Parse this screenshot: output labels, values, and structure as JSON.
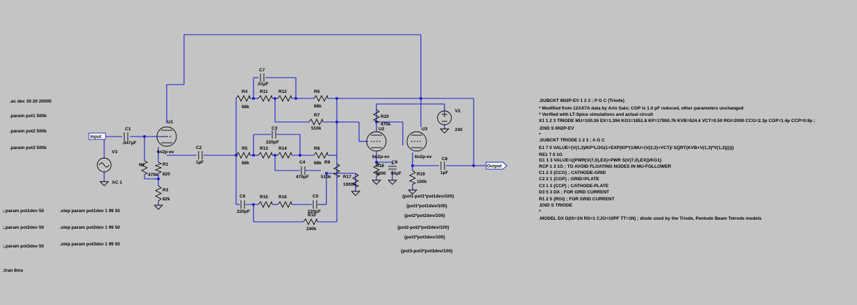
{
  "directives": {
    "ac": ".ac dec 30 20 20000",
    "param1": ".param pot1 500k",
    "param2": ".param pot2 500k",
    "param3": ".param pot3 500k",
    "dev1_comment": ";.param pot1dev 50",
    "dev2_comment": ";.param pot2dev 50",
    "dev3_comment": ";.param pot3dev 50",
    "step1": ".step param pot1dev 1 99 50",
    "step2": ".step param pot2dev 1 99 50",
    "step3": ".step param pot3dev 1 99 50",
    "tran": ";tran 8ms"
  },
  "ports": {
    "input": "Input",
    "output": "Output"
  },
  "source": {
    "name": "V3",
    "value": "AC 1"
  },
  "supply": {
    "name": "V2",
    "value": "240"
  },
  "components": {
    "C1": {
      "name": "C1",
      "value": ".047µF"
    },
    "C2": {
      "name": "C2",
      "value": "1µF"
    },
    "C3": {
      "name": "C3",
      "value": "220pF"
    },
    "C4": {
      "name": "C4",
      "value": "470pF"
    },
    "C5": {
      "name": "C5",
      "value": "220pF"
    },
    "C6": {
      "name": "C6",
      "value": "220pF"
    },
    "C7": {
      "name": "C7",
      "value": ".01µF"
    },
    "C8": {
      "name": "C8",
      "value": "1µF"
    },
    "C9": {
      "name": "C9",
      "value": "60µF"
    },
    "R1": {
      "name": "R1",
      "value": "820"
    },
    "R2": {
      "name": "R2",
      "value": "470k"
    },
    "R3": {
      "name": "R3",
      "value": "82k"
    },
    "R4": {
      "name": "R4",
      "value": "68k"
    },
    "R5": {
      "name": "R5",
      "value": "68k"
    },
    "R6": {
      "name": "R6",
      "value": "68k"
    },
    "R7": {
      "name": "R7",
      "value": "510k"
    },
    "R8": {
      "name": "R8",
      "value": "68k"
    },
    "R9": {
      "name": "R9",
      "value": "510k"
    },
    "R10": {
      "name": "R10",
      "value": "240k"
    },
    "R11": {
      "name": "R11",
      "value": ""
    },
    "R12": {
      "name": "R12",
      "value": ""
    },
    "R13": {
      "name": "R13",
      "value": ""
    },
    "R14": {
      "name": "R14",
      "value": ""
    },
    "R15": {
      "name": "R15",
      "value": ""
    },
    "R16": {
      "name": "R16",
      "value": ""
    },
    "R17": {
      "name": "R17",
      "value": "1000k"
    },
    "R18": {
      "name": "R18",
      "value": "5600"
    },
    "R19": {
      "name": "R19",
      "value": "100k"
    },
    "R20": {
      "name": "R20",
      "value": "470k"
    },
    "U1": {
      "name": "U1",
      "value": "6n2p-ev"
    },
    "U2": {
      "name": "U2",
      "value": "6n2p-ev"
    },
    "U3": {
      "name": "U3",
      "value": "6n2p-ev"
    }
  },
  "pot_expressions": {
    "e1": "{pot1-pot1*pot1dev/100}",
    "e2": "{pot1*pot1dev/100}",
    "e3": "{pot2*pot2dev/100}",
    "e4": "{pot2-pot2*pot2dev/100}",
    "e5": "{pot3*pot3dev/100}",
    "e6": "{pot3-pot3*pot3dev/100}"
  },
  "netlist": [
    ".SUBCKT 6N2P-EV 1 2 3 ; P G C (Triode)",
    "* Modified from 12AX7A data by Arto Salo; CGP is 1.0 pF reduced, other parameters unchanged",
    "* Verified with LT-Spice simulations and actual circuit",
    "X1 1 2 3 TRIODE MU=100.26 EX=1.394 KG1=1851.8 KP=17950.76 KVB=524.4 VCT=0.50 RGI=2000 CCG=2.3p CGP=1.4p CCP=0.9p ;",
    ".END S 6N2P-EV",
    "*",
    ".SUBCKT TRIODE 1 2 3 ; A G C",
    "E1  7 0 VALUE={V(1,3)/KP*LOG(1+EXP(KP*(1/MU+(V(2,3)+VCT)/ SQRT(KVB+V(1,3)*V(1,3)))))}",
    "RE1 7 0 1G",
    "G1  1 3 VALUE={(PWR(V(7,0),EX)+PWR S(V(7,0),EX))/KG1}",
    "RCP 1 3 1G    ; TO AVOID FLOATING NODES IN MU-FOLLOWER",
    "C1  2 3 {CCG}   ; CATHODE-GRID",
    "C2  2 1 {CGP}   ; GRID=PLATE",
    "C3  1 3 {CCP}   ; CATHODE-PLATE",
    "D3  5 3 DX      ; FOR GRID CURRENT",
    "R1  2 5 {RGI}   ; FOR GRID CURRENT",
    ".END S           TRIODE",
    "*",
    ".MODEL DX D(IS=1N RS=1 CJO=10PF TT=1N) ; diode used by the Triode, Pentode Beam Tetrode models"
  ],
  "colors": {
    "background": "#c4c4c4",
    "wire": "#1c1ccc",
    "component": "#000000"
  }
}
